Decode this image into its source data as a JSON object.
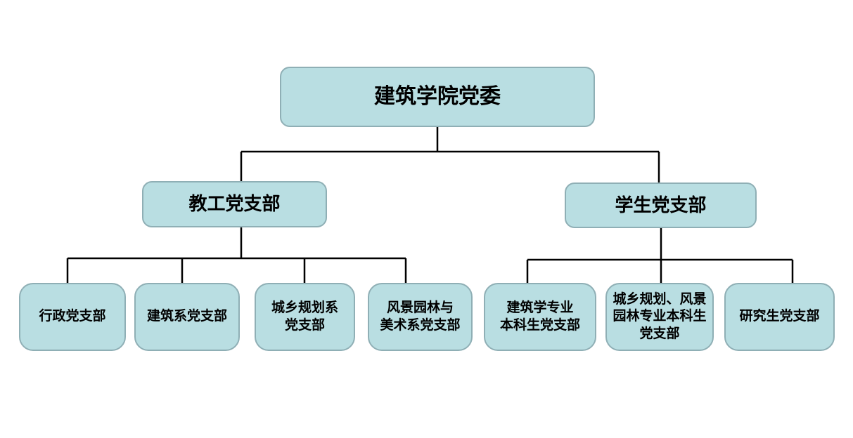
{
  "colors": {
    "background": "#ffffff",
    "node_fill": "#b9dee2",
    "node_border": "#8fafb5",
    "connector": "#000000",
    "text": "#000000"
  },
  "org_chart": {
    "root": {
      "label": "建筑学院党委"
    },
    "branches": [
      {
        "label": "教工党支部"
      },
      {
        "label": "学生党支部"
      }
    ],
    "faculty_sub_branches": [
      {
        "label": "行政党支部"
      },
      {
        "label": "建筑系党支部"
      },
      {
        "label": "城乡规划系\n党支部"
      },
      {
        "label": "风景园林与\n美术系党支部"
      }
    ],
    "student_sub_branches": [
      {
        "label": "建筑学专业\n本科生党支部"
      },
      {
        "label": "城乡规划、风景\n园林专业本科生\n党支部"
      },
      {
        "label": "研究生党支部"
      }
    ]
  }
}
